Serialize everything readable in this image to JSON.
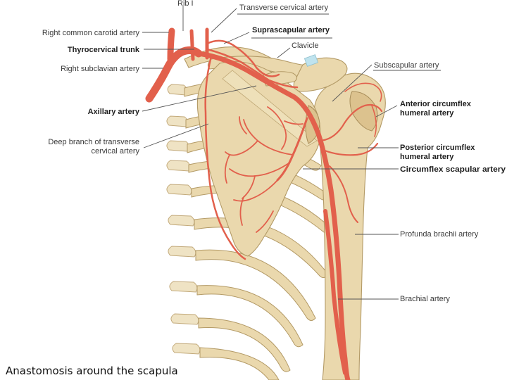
{
  "caption": "Anastomosis around the scapula",
  "labels": {
    "rib1": "Rib I",
    "transverse_cervical": "Transverse cervical artery",
    "common_carotid": "Right common carotid artery",
    "suprascapular": "Suprascapular artery",
    "thyrocervical": "Thyrocervical trunk",
    "clavicle": "Clavicle",
    "subclavian": "Right subclavian artery",
    "subscapular": "Subscapular artery",
    "ant_circumflex_1": "Anterior circumflex",
    "ant_circumflex_2": "humeral artery",
    "axillary": "Axillary artery",
    "deep_branch_1": "Deep branch of transverse",
    "deep_branch_2": "cervical artery",
    "post_circumflex_1": "Posterior circumflex",
    "post_circumflex_2": "humeral artery",
    "circumflex_scapular": "Circumflex scapular artery",
    "profunda": "Profunda brachii artery",
    "brachial": "Brachial artery"
  },
  "colors": {
    "artery": "#e2604c",
    "bone": "#ead8ad",
    "label_text": "#3a3a3a"
  }
}
